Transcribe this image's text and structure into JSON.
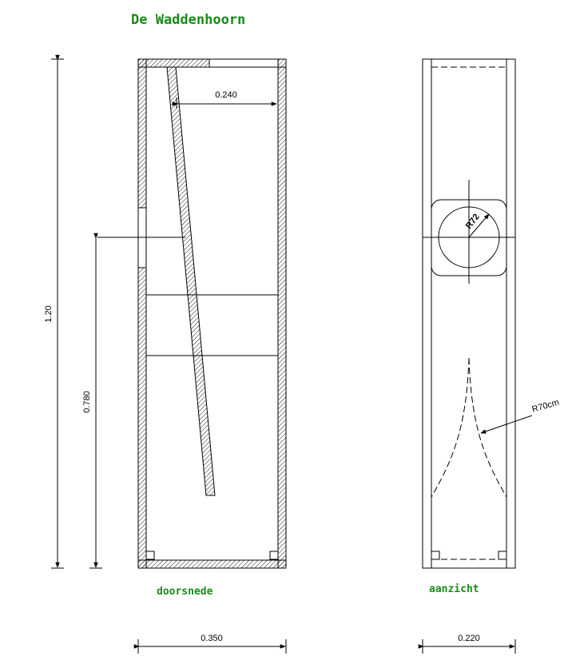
{
  "title": "De Waddenhoorn",
  "views": {
    "section_label": "doorsnede",
    "front_label": "aanzicht"
  },
  "dimensions": {
    "total_height": "1.20",
    "port_height": "0.780",
    "inner_width": "0.240",
    "section_width": "0.350",
    "front_width": "0.220",
    "driver_radius": "R72",
    "horn_radius": "R70cm"
  },
  "colors": {
    "title": "#1a8a1a",
    "line": "#000000",
    "background": "#ffffff"
  }
}
